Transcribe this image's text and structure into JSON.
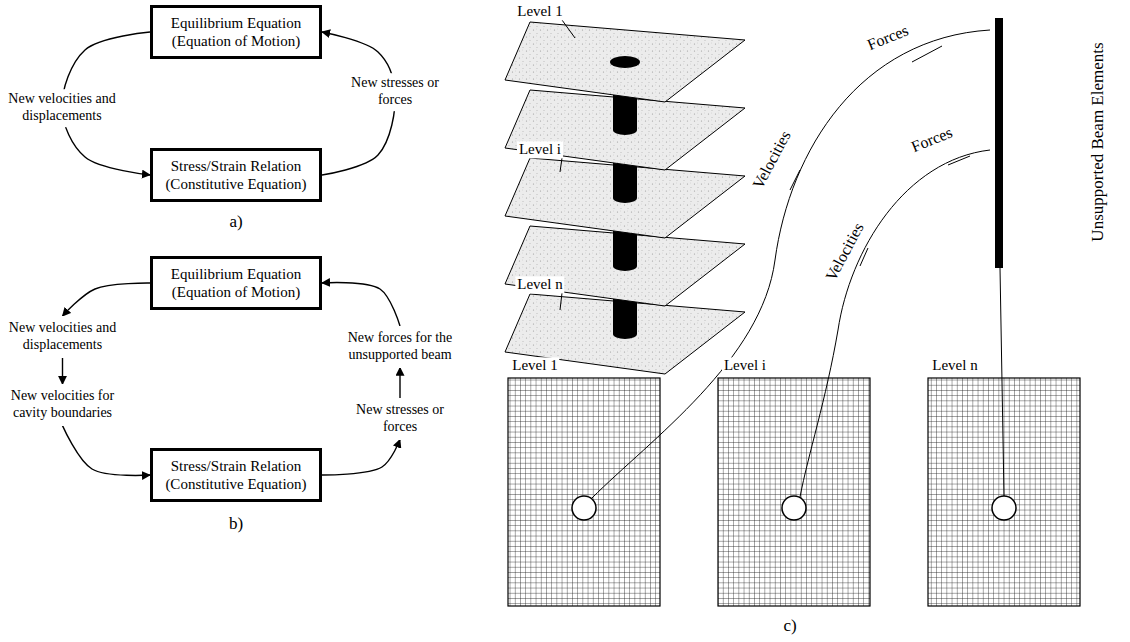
{
  "diagram": {
    "nodes": [
      {
        "text": [
          "Equilibrium Equation (Equation of Motion)"
        ]
      },
      {
        "text": [
          "Stress/Strain Relation (Constitutive Equation)"
        ]
      },
      {
        "text": [
          "Equilibrium Equation (Equation of Motion)"
        ]
      },
      {
        "text": [
          "New velocities and displacements"
        ]
      },
      {
        "text": [
          "New velocities for cavity boundaries"
        ]
      },
      {
        "text": [
          "Stress/Strain Relation (Constitutive Equation)"
        ]
      },
      {
        "text": [
          "New stresses or forces"
        ]
      },
      {
        "text": [
          "New forces for the unsupported beam"
        ]
      }
    ],
    "edges": [
      {
        "from": 0,
        "to": 1,
        "label": "New velocities and displacements",
        "arrow": "to"
      },
      {
        "from": 1,
        "to": 0,
        "label": "New stresses or forces",
        "arrow": "to"
      },
      {
        "from": 2,
        "to": 3,
        "arrow": "to"
      },
      {
        "from": 3,
        "to": 4,
        "arrow": "to"
      },
      {
        "from": 4,
        "to": 5,
        "arrow": "to"
      },
      {
        "from": 5,
        "to": 6,
        "arrow": "to"
      },
      {
        "from": 6,
        "to": 7,
        "arrow": "to"
      },
      {
        "from": 7,
        "to": 2,
        "arrow": "to"
      }
    ],
    "labels": [
      "a)",
      "b)",
      "c)",
      "Level 1",
      "Level i",
      "Level n",
      "Level 1",
      "Level i",
      "Level n",
      "Unsupported Beam Elements",
      "Velocities",
      "Forces",
      "Velocities",
      "Forces"
    ]
  }
}
